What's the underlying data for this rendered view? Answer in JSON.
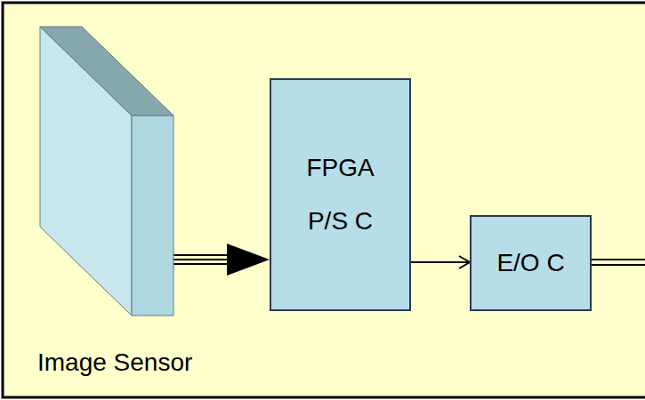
{
  "diagram": {
    "nodes": [
      {
        "text": [
          "Image Sensor"
        ]
      },
      {
        "text": [
          "FPGA",
          "P/S C"
        ]
      },
      {
        "text": [
          "E/O C"
        ]
      }
    ],
    "edges": [
      {
        "from": 0,
        "to": 1,
        "arrow": "to"
      },
      {
        "from": 1,
        "to": 2,
        "arrow": "to"
      }
    ]
  }
}
